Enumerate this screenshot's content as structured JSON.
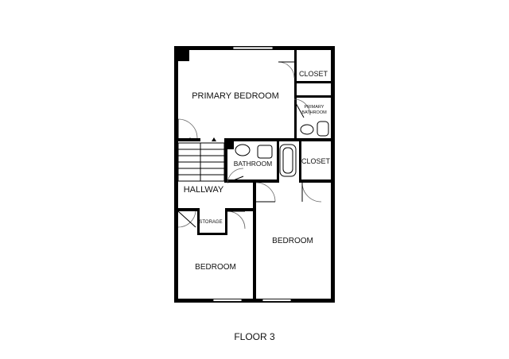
{
  "floor_label": "FLOOR 3",
  "rooms": {
    "primary_bedroom": "PRIMARY BEDROOM",
    "closet_top": "CLOSET",
    "primary_bathroom_line1": "PRIMARY",
    "primary_bathroom_line2": "BATHROOM",
    "bathroom": "BATHROOM",
    "closet_mid": "CLOSET",
    "hallway": "HALLWAY",
    "storage": "STORAGE",
    "bedroom_left": "BEDROOM",
    "bedroom_right": "BEDROOM"
  }
}
